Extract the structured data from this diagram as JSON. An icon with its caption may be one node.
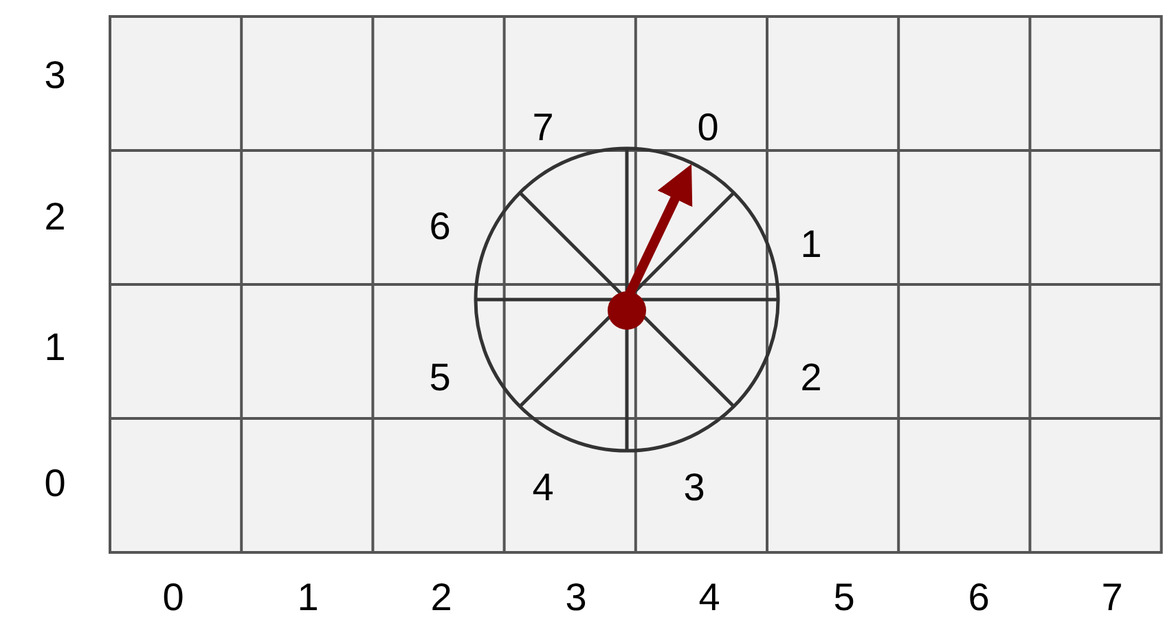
{
  "diagram": {
    "labels": [
      "3",
      "7",
      "0",
      "2",
      "6",
      "1",
      "1",
      "5",
      "2",
      "0",
      "4",
      "3",
      "0",
      "1",
      "2",
      "3",
      "4",
      "5",
      "6",
      "7"
    ]
  }
}
